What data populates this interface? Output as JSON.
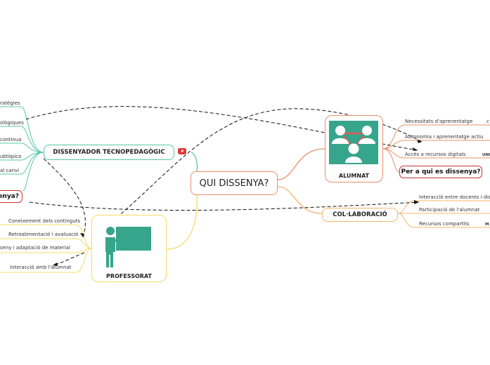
{
  "center": {
    "label": "QUI DISSENYA?"
  },
  "alumnat": {
    "label": "ALUMNAT",
    "items": [
      "Necessitats d'aprenentatge",
      "Autonomia i aprenentatge actiu",
      "Accés a recursos digitals"
    ],
    "clipped_right": [
      "c",
      "",
      "UNI"
    ],
    "callout": "Per a qui es dissenya?"
  },
  "collaboracio": {
    "label": "COL·LABORACIÓ",
    "items": [
      "Interacció entre docents i diss",
      "Participació de l'alumnat",
      "Recursos compartits"
    ],
    "clipped_right": [
      "",
      "",
      "M"
    ]
  },
  "dissenyador": {
    "label": "DISSENYADOR TECNOPEDAGÒGIC",
    "items": [
      "ratègies",
      "ològiques",
      "continua",
      "ubtòpico",
      "al canvi"
    ],
    "callout": "enya?"
  },
  "professorat": {
    "label": "PROFESSORAT",
    "items": [
      "Coneixement dels continguts",
      "Retroalimentació i avaluació",
      "seny i adaptació de material",
      "Interacció amb l'alumnat"
    ]
  },
  "icons": {
    "youtube": "youtube-icon",
    "teacher": "teacher-board-icon",
    "students": "student-group-icon"
  },
  "colors": {
    "center_border": "#e8906a",
    "alumnat": "#e8906a",
    "collaboracio": "#f4b46e",
    "dissenyador": "#57c8a6",
    "professorat": "#f3dc68",
    "icon_teal": "#36a58b",
    "callout_border": "#c83232"
  }
}
